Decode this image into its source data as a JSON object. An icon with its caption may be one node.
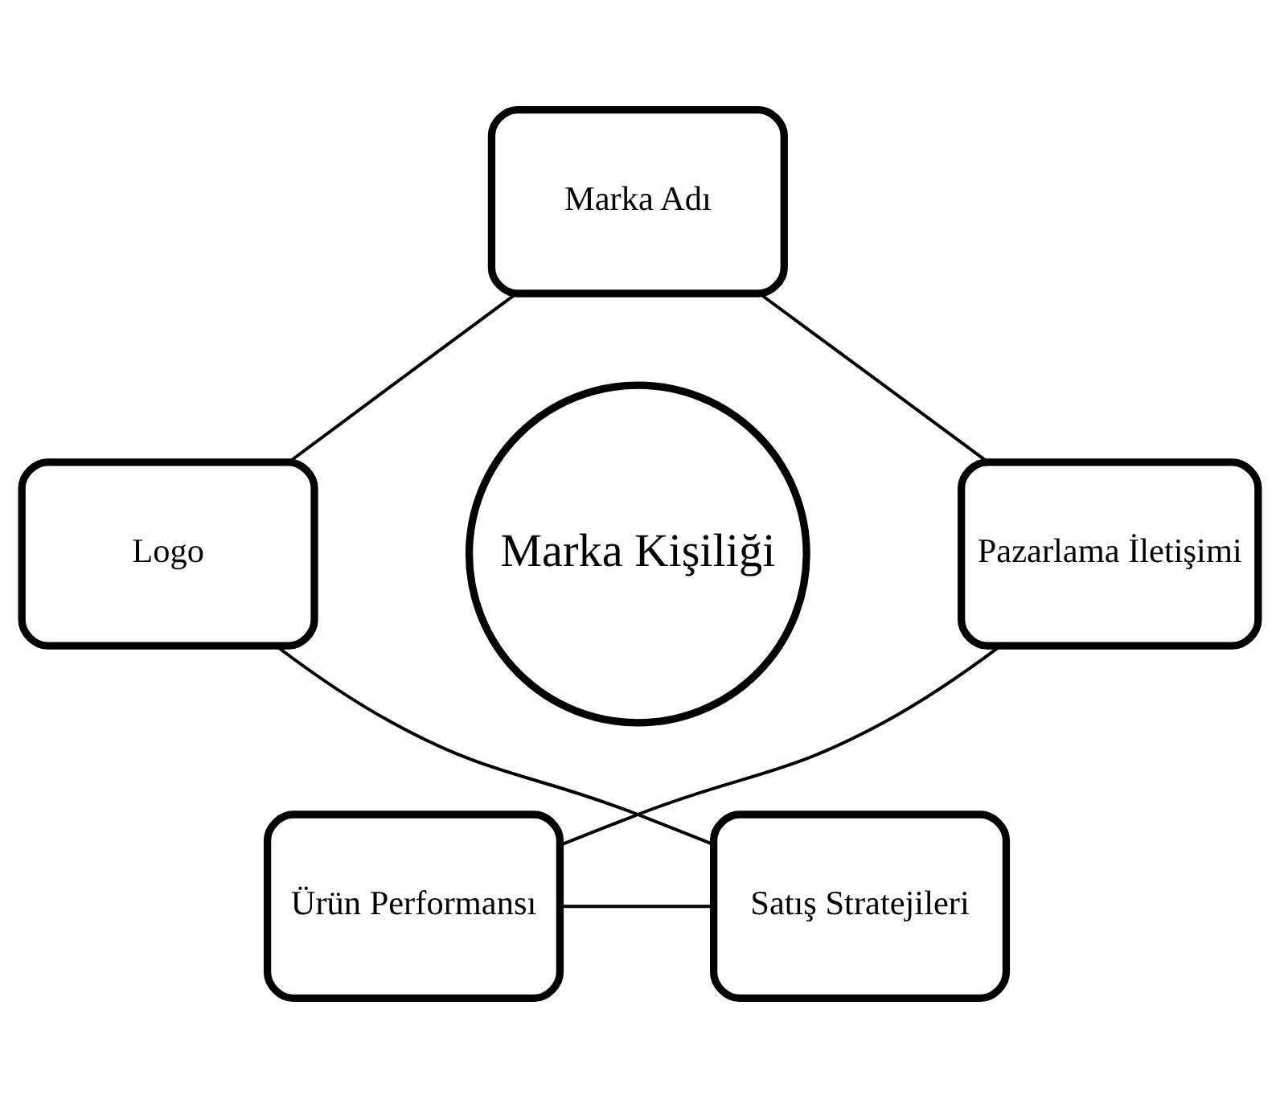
{
  "diagram": {
    "nodes": [
      {
        "text": [
          "Marka Adı"
        ]
      },
      {
        "text": [
          "Logo"
        ]
      },
      {
        "text": [
          "Marka Kişiliği"
        ]
      },
      {
        "text": [
          "Pazarlama İletişimi"
        ]
      },
      {
        "text": [
          "Satış Stratejileri"
        ]
      },
      {
        "text": [
          "Ürün Performansı"
        ]
      }
    ],
    "edges": [
      {
        "from": 0,
        "to": 3,
        "arrow": "none"
      },
      {
        "from": 3,
        "to": 5,
        "arrow": "none"
      },
      {
        "from": 5,
        "to": 4,
        "arrow": "none"
      },
      {
        "from": 4,
        "to": 1,
        "arrow": "none"
      },
      {
        "from": 1,
        "to": 0,
        "arrow": "none"
      }
    ]
  }
}
